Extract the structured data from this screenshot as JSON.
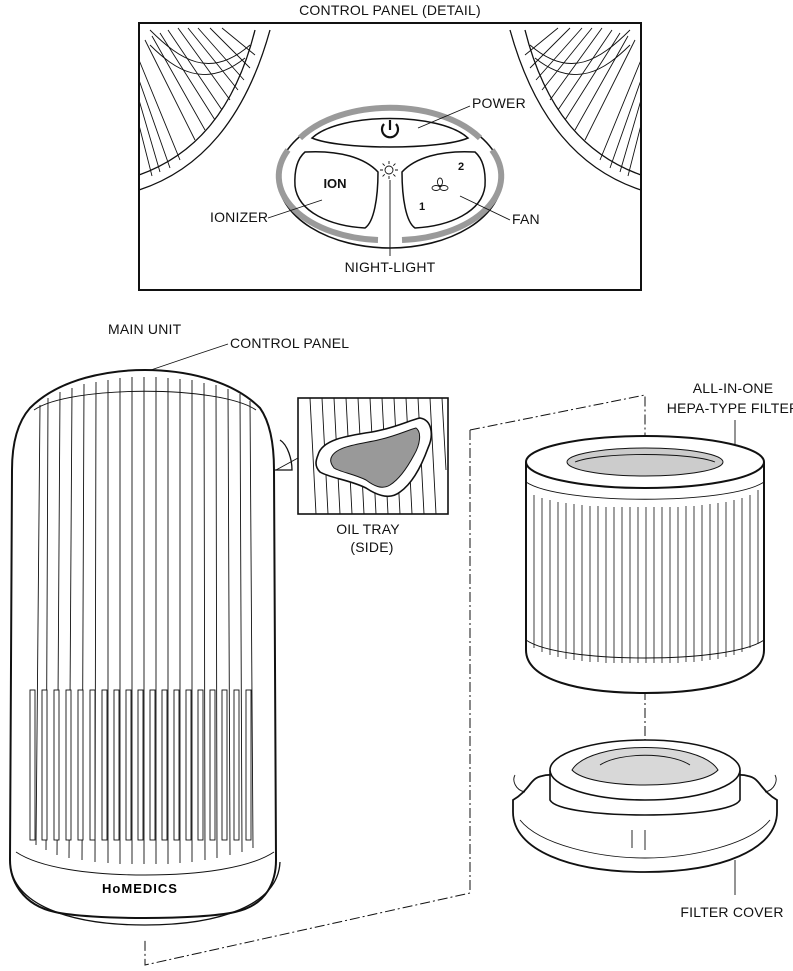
{
  "detail_title": "CONTROL PANEL (DETAIL)",
  "labels": {
    "power": "POWER",
    "fan": "FAN",
    "ionizer": "IONIZER",
    "night_light": "NIGHT-LIGHT",
    "main_unit": "MAIN UNIT",
    "control_panel": "CONTROL PANEL",
    "oil_tray_line1": "OIL TRAY",
    "oil_tray_line2": "(SIDE)",
    "filter_line1": "ALL-IN-ONE",
    "filter_line2": "HEPA-TYPE FILTER",
    "filter_cover": "FILTER COVER"
  },
  "buttons": {
    "ion": "ION",
    "fan_speed_1": "1",
    "fan_speed_2": "2"
  },
  "brand": "HoMEDICS",
  "icons": {
    "power": "power-icon",
    "night_light": "sun-icon",
    "fan": "fan-icon"
  }
}
